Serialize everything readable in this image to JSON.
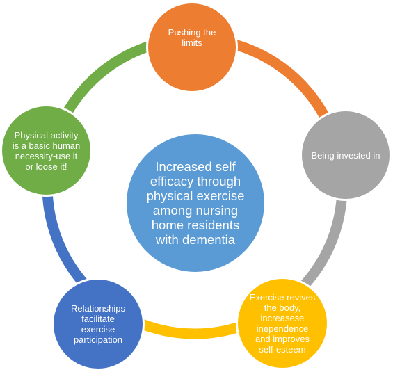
{
  "colors": {
    "center": "#5b9bd5",
    "pushing": "#ed7d31",
    "invested": "#a5a5a5",
    "revives": "#ffc000",
    "relationships": "#4472c4",
    "basic_necessity": "#70ad47"
  },
  "center": {
    "lines": [
      "Increased self",
      "efficacy through",
      "physical exercise",
      "among nursing",
      "home residents",
      "with dementia"
    ]
  },
  "nodes": {
    "top": {
      "lines": [
        "Pushing the",
        "limits"
      ]
    },
    "right": {
      "lines": [
        "Being invested in"
      ]
    },
    "bottom_right": {
      "lines": [
        "Exercise revives",
        "the body,",
        "increasese",
        "inependence",
        "and improves",
        "self-esteem"
      ]
    },
    "bottom_left": {
      "lines": [
        "Relationships",
        "facilitate",
        "exercise",
        "participation"
      ]
    },
    "left": {
      "lines": [
        "Physical activity",
        "is a basic human",
        "necessity-use it",
        "or loose it!"
      ]
    }
  }
}
